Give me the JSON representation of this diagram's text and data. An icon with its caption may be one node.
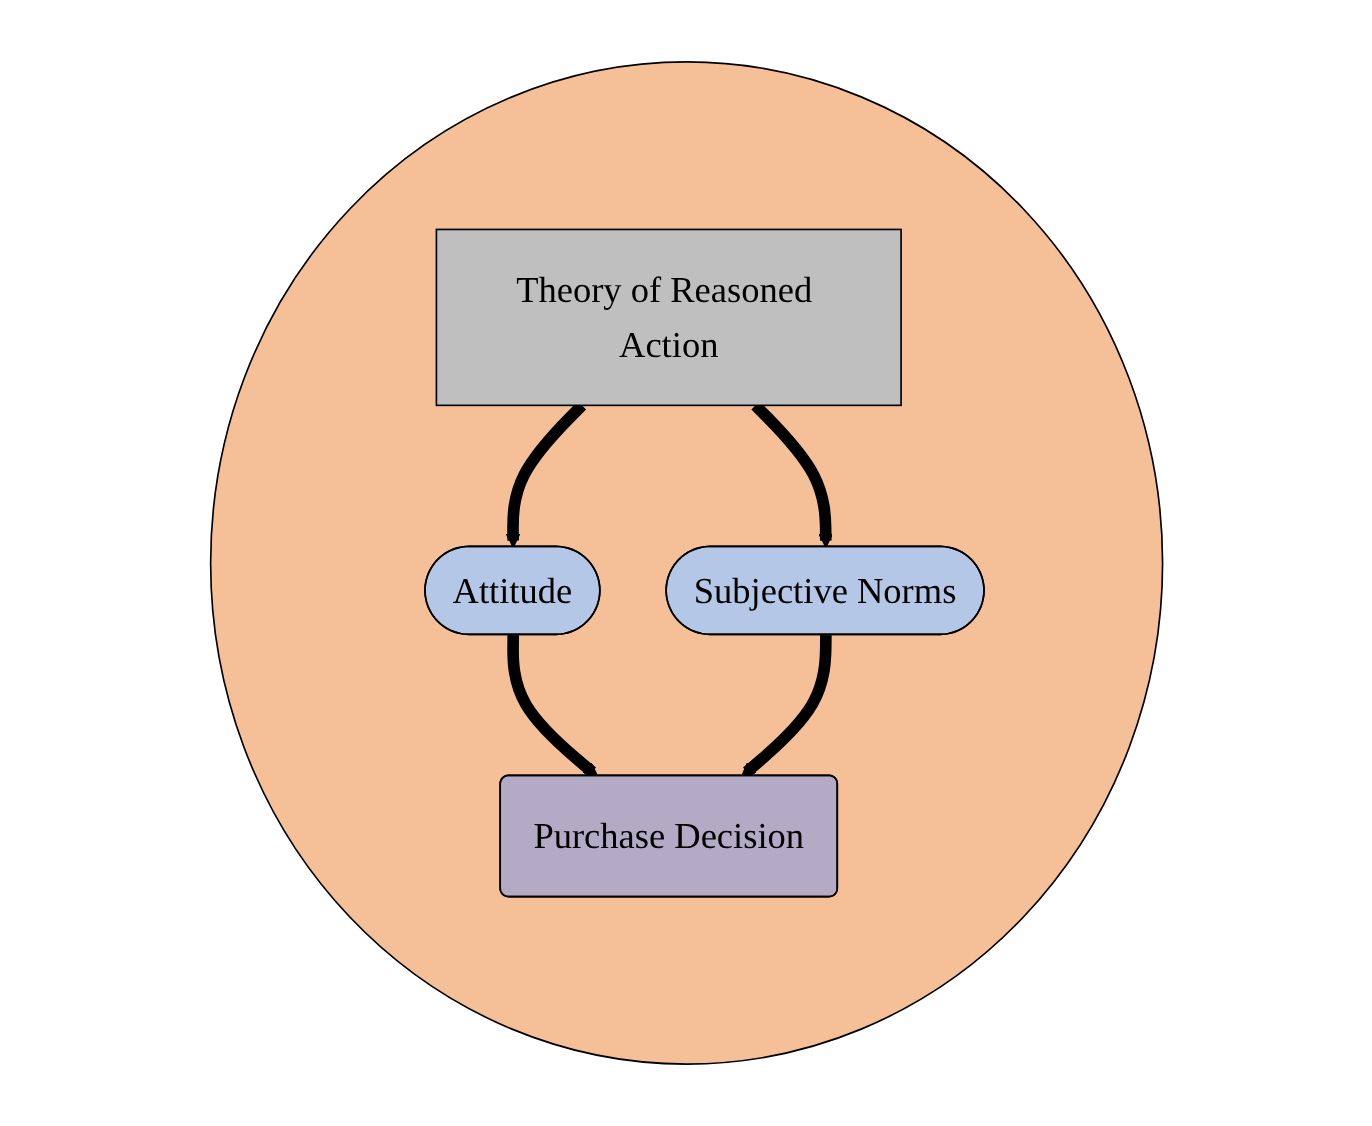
{
  "diagram": {
    "nodes": [
      {
        "text": [],
        "shape": "circle"
      },
      {
        "text": [
          "Theory of Reasoned Action"
        ],
        "in": 0
      },
      {
        "text": [
          "Attitude"
        ],
        "in": 0
      },
      {
        "text": [
          "Subjective Norms"
        ],
        "in": 0
      },
      {
        "text": [
          "Purchase Decision"
        ],
        "in": 0
      }
    ],
    "edges": [
      {
        "from": 1,
        "to": 2,
        "arrow": "to"
      },
      {
        "from": 1,
        "to": 3,
        "arrow": "to"
      },
      {
        "from": 2,
        "to": 4,
        "arrow": "to"
      },
      {
        "from": 3,
        "to": 4,
        "arrow": "to"
      }
    ]
  }
}
